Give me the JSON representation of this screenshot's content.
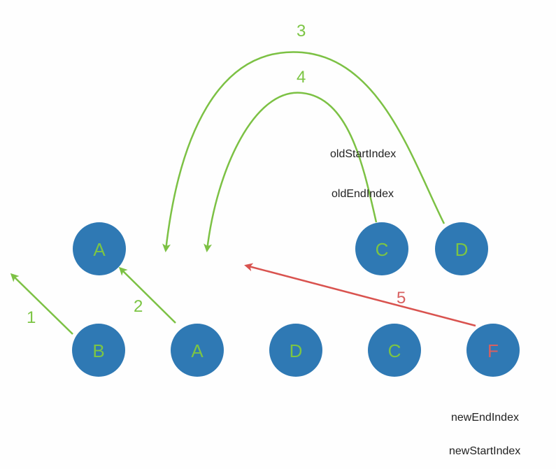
{
  "colors": {
    "node_fill": "#2f79b4",
    "label_green": "#7cc544",
    "label_red": "#d86060",
    "arrow_green": "#7cc144",
    "arrow_red": "#d9534f",
    "index_text": "#222222"
  },
  "old_row": {
    "nodes": [
      {
        "label": "A"
      },
      {
        "label": "C"
      },
      {
        "label": "D"
      }
    ]
  },
  "new_row": {
    "nodes": [
      {
        "label": "B"
      },
      {
        "label": "A"
      },
      {
        "label": "D"
      },
      {
        "label": "C"
      },
      {
        "label": "F"
      }
    ]
  },
  "steps": [
    "1",
    "2",
    "3",
    "4",
    "5"
  ],
  "pointers": {
    "old_start": "oldStartIndex",
    "old_end": "oldEndIndex",
    "new_end": "newEndIndex",
    "new_start": "newStartIndex"
  }
}
